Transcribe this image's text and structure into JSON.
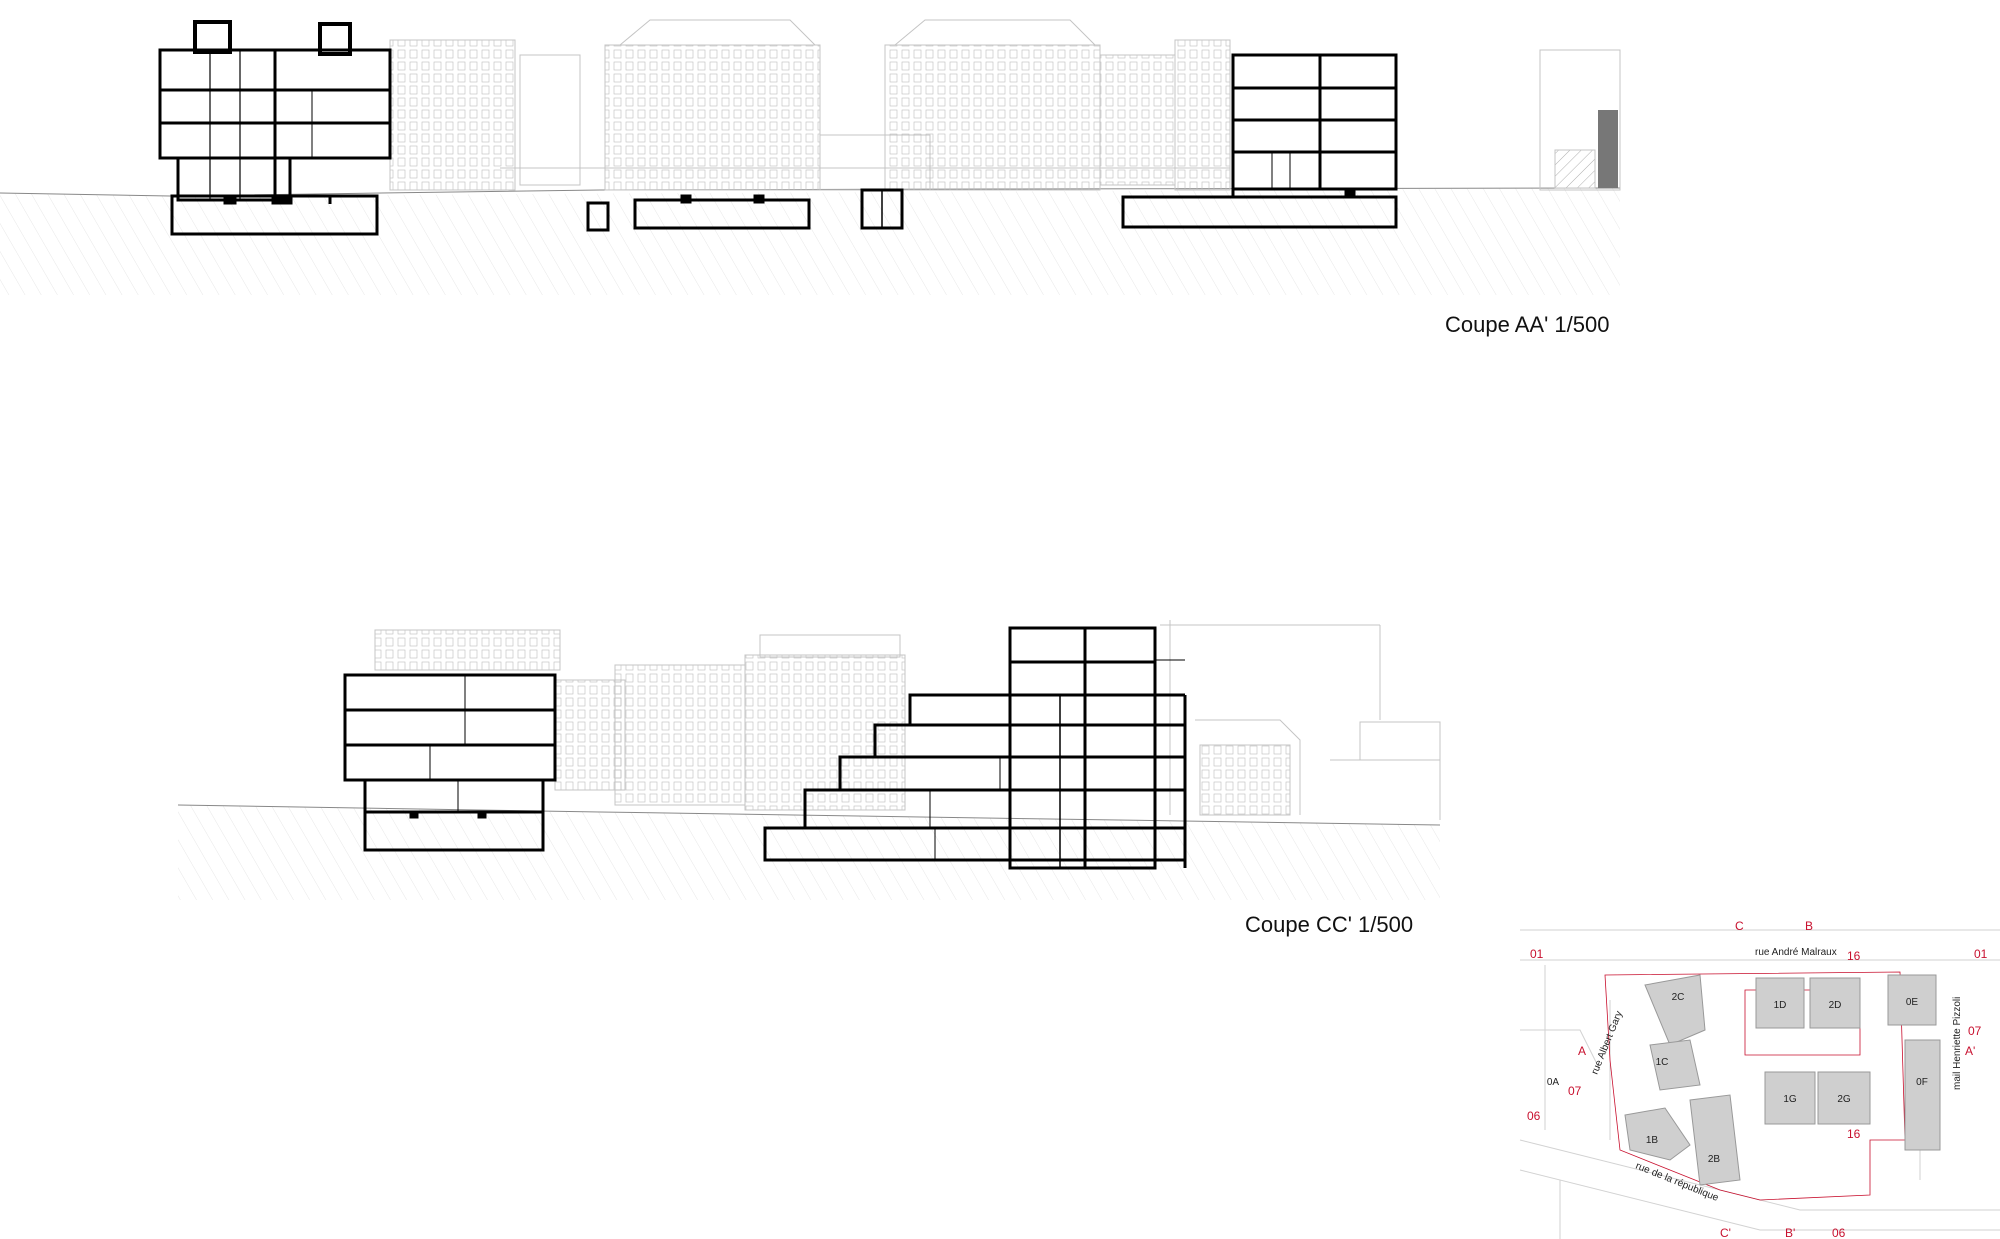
{
  "sections": [
    {
      "id": "aa",
      "title": "Coupe AA' 1/500"
    },
    {
      "id": "cc",
      "title": "Coupe CC' 1/500"
    }
  ],
  "site_plan": {
    "streets": {
      "north": "rue André Malraux",
      "west": "rue Albert Gary",
      "east": "mail Henriette Pizzoli",
      "south": "rue de la république"
    },
    "buildings": [
      "2C",
      "1C",
      "1D",
      "2D",
      "0E",
      "1G",
      "2G",
      "0F",
      "1B",
      "2B",
      "0A"
    ],
    "section_markers": [
      "C",
      "B",
      "A",
      "A'",
      "B'",
      "C'"
    ],
    "view_markers": [
      "01",
      "01",
      "16",
      "16",
      "07",
      "07",
      "06",
      "06"
    ],
    "accent_color": "#c8102e",
    "building_fill": "#cfcfcf"
  }
}
